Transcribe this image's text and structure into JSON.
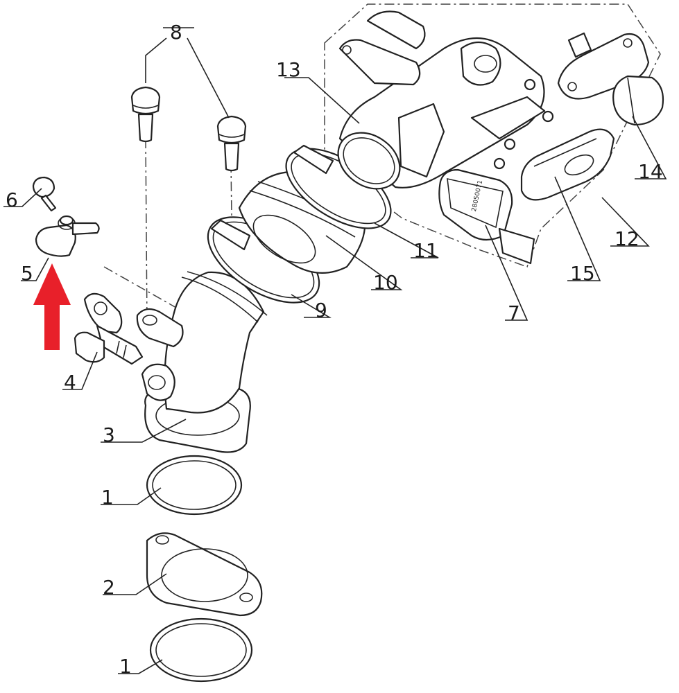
{
  "labels": [
    {
      "id": "1a",
      "text": "1"
    },
    {
      "id": "1b",
      "text": "1"
    },
    {
      "id": "2",
      "text": "2"
    },
    {
      "id": "3",
      "text": "3"
    },
    {
      "id": "4",
      "text": "4"
    },
    {
      "id": "5",
      "text": "5"
    },
    {
      "id": "6",
      "text": "6"
    },
    {
      "id": "7",
      "text": "7"
    },
    {
      "id": "8",
      "text": "8"
    },
    {
      "id": "9",
      "text": "9"
    },
    {
      "id": "10",
      "text": "10"
    },
    {
      "id": "11",
      "text": "11"
    },
    {
      "id": "12",
      "text": "12"
    },
    {
      "id": "13",
      "text": "13"
    },
    {
      "id": "14",
      "text": "14"
    },
    {
      "id": "15",
      "text": "15"
    }
  ],
  "sensor_print": "28050071",
  "colors": {
    "line": "#222222",
    "arrow": "#e8202a",
    "background": "#ffffff"
  }
}
